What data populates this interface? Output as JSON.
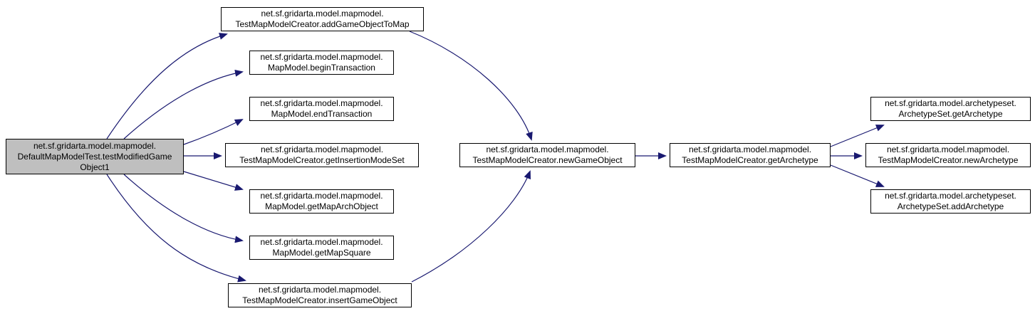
{
  "diagram": {
    "type": "call-graph",
    "colors": {
      "background": "#ffffff",
      "edge": "#191970",
      "node_border": "#000000",
      "node_fill": "#ffffff",
      "highlight_fill": "#bfbfbf",
      "text": "#000000"
    },
    "nodes": [
      {
        "id": "testModifiedGameObject1",
        "highlighted": true,
        "lines": [
          "net.sf.gridarta.model.mapmodel.",
          "DefaultMapModelTest.testModifiedGame",
          "Object1"
        ]
      },
      {
        "id": "addGameObjectToMap",
        "highlighted": false,
        "lines": [
          "net.sf.gridarta.model.mapmodel.",
          "TestMapModelCreator.addGameObjectToMap"
        ]
      },
      {
        "id": "beginTransaction",
        "highlighted": false,
        "lines": [
          "net.sf.gridarta.model.mapmodel.",
          "MapModel.beginTransaction"
        ]
      },
      {
        "id": "endTransaction",
        "highlighted": false,
        "lines": [
          "net.sf.gridarta.model.mapmodel.",
          "MapModel.endTransaction"
        ]
      },
      {
        "id": "getInsertionModeSet",
        "highlighted": false,
        "lines": [
          "net.sf.gridarta.model.mapmodel.",
          "TestMapModelCreator.getInsertionModeSet"
        ]
      },
      {
        "id": "getMapArchObject",
        "highlighted": false,
        "lines": [
          "net.sf.gridarta.model.mapmodel.",
          "MapModel.getMapArchObject"
        ]
      },
      {
        "id": "getMapSquare",
        "highlighted": false,
        "lines": [
          "net.sf.gridarta.model.mapmodel.",
          "MapModel.getMapSquare"
        ]
      },
      {
        "id": "insertGameObject",
        "highlighted": false,
        "lines": [
          "net.sf.gridarta.model.mapmodel.",
          "TestMapModelCreator.insertGameObject"
        ]
      },
      {
        "id": "newGameObject",
        "highlighted": false,
        "lines": [
          "net.sf.gridarta.model.mapmodel.",
          "TestMapModelCreator.newGameObject"
        ]
      },
      {
        "id": "getArchetype",
        "highlighted": false,
        "lines": [
          "net.sf.gridarta.model.mapmodel.",
          "TestMapModelCreator.getArchetype"
        ]
      },
      {
        "id": "archetypeSetGetArchetype",
        "highlighted": false,
        "lines": [
          "net.sf.gridarta.model.archetypeset.",
          "ArchetypeSet.getArchetype"
        ]
      },
      {
        "id": "newArchetype",
        "highlighted": false,
        "lines": [
          "net.sf.gridarta.model.mapmodel.",
          "TestMapModelCreator.newArchetype"
        ]
      },
      {
        "id": "archetypeSetAddArchetype",
        "highlighted": false,
        "lines": [
          "net.sf.gridarta.model.archetypeset.",
          "ArchetypeSet.addArchetype"
        ]
      }
    ],
    "edges": [
      {
        "from": "testModifiedGameObject1",
        "to": "addGameObjectToMap"
      },
      {
        "from": "testModifiedGameObject1",
        "to": "beginTransaction"
      },
      {
        "from": "testModifiedGameObject1",
        "to": "endTransaction"
      },
      {
        "from": "testModifiedGameObject1",
        "to": "getInsertionModeSet"
      },
      {
        "from": "testModifiedGameObject1",
        "to": "getMapArchObject"
      },
      {
        "from": "testModifiedGameObject1",
        "to": "getMapSquare"
      },
      {
        "from": "testModifiedGameObject1",
        "to": "insertGameObject"
      },
      {
        "from": "addGameObjectToMap",
        "to": "newGameObject"
      },
      {
        "from": "insertGameObject",
        "to": "newGameObject"
      },
      {
        "from": "newGameObject",
        "to": "getArchetype"
      },
      {
        "from": "getArchetype",
        "to": "archetypeSetGetArchetype"
      },
      {
        "from": "getArchetype",
        "to": "newArchetype"
      },
      {
        "from": "getArchetype",
        "to": "archetypeSetAddArchetype"
      }
    ]
  }
}
